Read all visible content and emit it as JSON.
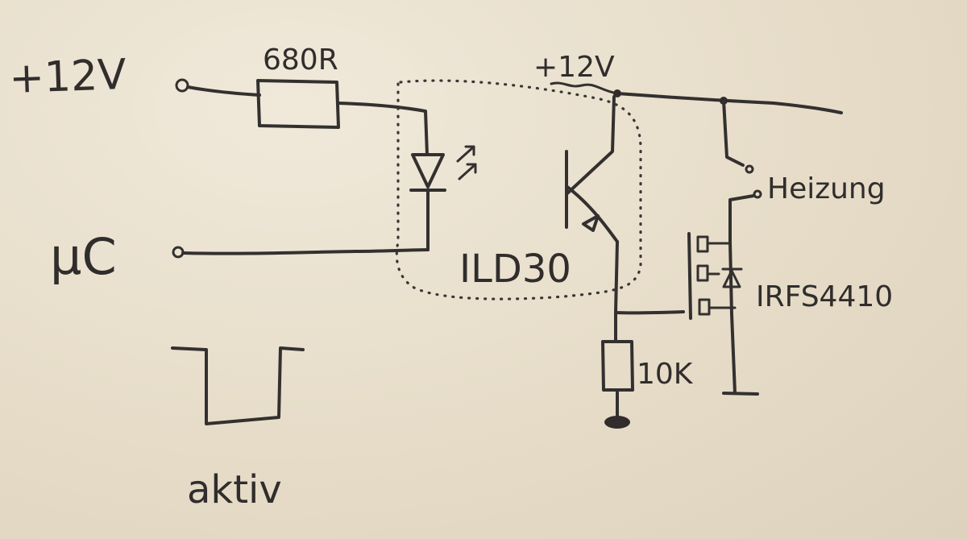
{
  "labels": {
    "supply_in": "+12V",
    "resistor_in": "680R",
    "mcu": "µC",
    "supply_rail": "+12V",
    "optocoupler": "ILD30",
    "load": "Heizung",
    "mosfet": "IRFS4410",
    "resistor_pulldown": "10K",
    "pulse_caption": "aktiv"
  },
  "colors": {
    "paper": "#e8dfcd",
    "ink": "#33302f"
  }
}
